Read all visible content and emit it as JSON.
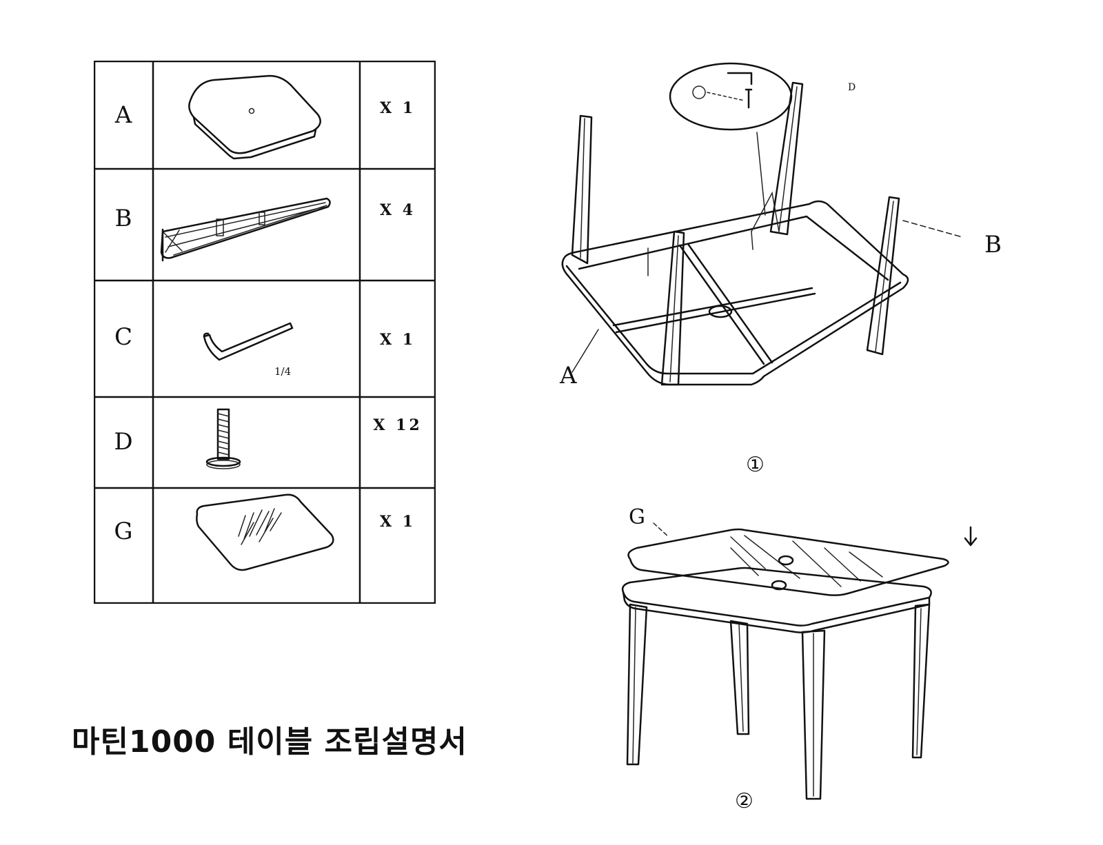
{
  "title": "마틴1000 테이블 조립설명서",
  "parts": [
    {
      "letter": "A",
      "qty": "X 1",
      "icon": "tabletop-icon"
    },
    {
      "letter": "B",
      "qty": "X 4",
      "icon": "table-leg-icon"
    },
    {
      "letter": "C",
      "qty": "X 1",
      "icon": "allen-key-icon",
      "note": "1/4"
    },
    {
      "letter": "D",
      "qty": "X 12",
      "icon": "bolt-icon"
    },
    {
      "letter": "G",
      "qty": "X 1",
      "icon": "glass-panel-icon"
    }
  ],
  "diagrams": {
    "step1": {
      "number": "①",
      "label_top": "A",
      "label_leg": "B",
      "detail_bolt": "D"
    },
    "step2": {
      "number": "②",
      "label_glass": "G"
    }
  }
}
